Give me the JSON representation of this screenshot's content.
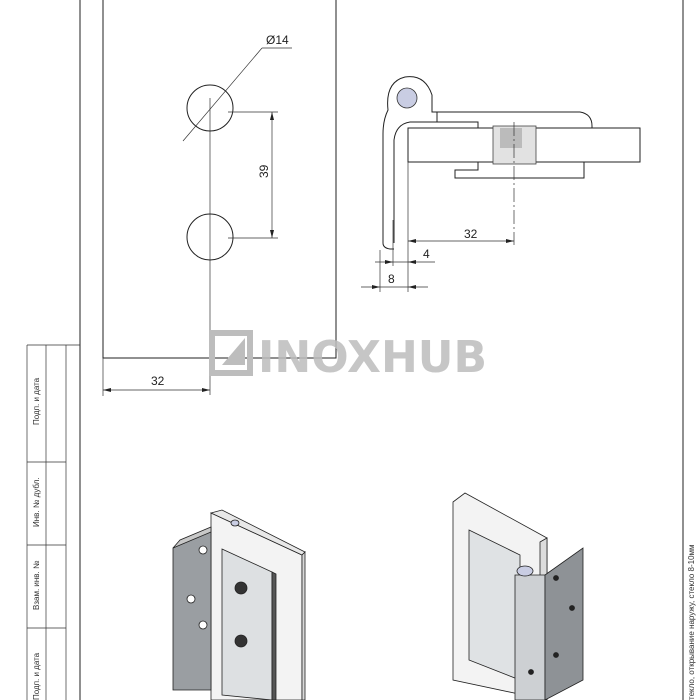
{
  "front_view": {
    "hole_diameter_label": "Ø14",
    "hole_spacing_label": "39",
    "edge_offset_label": "32"
  },
  "side_view": {
    "dim_32": "32",
    "dim_4": "4",
    "dim_8": "8",
    "pin_color": "#c9cde3"
  },
  "watermark": "INOXHUB",
  "stamp": {
    "cells": [
      "Подп. и дата",
      "Инв. № дубл.",
      "Взам. инв. №",
      "Подп. и дата"
    ]
  },
  "title_note": "текло, открывание наружу, стекло 8-10мм"
}
